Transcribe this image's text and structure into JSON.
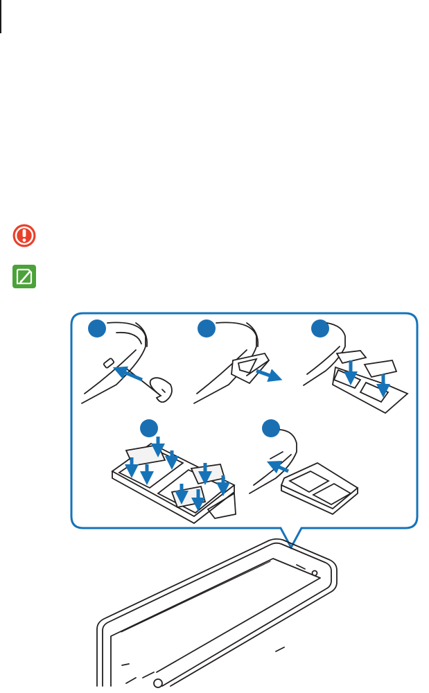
{
  "page": {
    "colors": {
      "caution": "#e8412b",
      "note": "#4ba23a",
      "callout_border": "#1673b8",
      "step_marker": "#1a6fb3",
      "line_art": "#231f20",
      "arrow": "#1673b8"
    }
  },
  "icons": {
    "caution": "caution-icon",
    "note": "note-icon"
  },
  "figure": {
    "steps": [
      {
        "step": 1,
        "label": ""
      },
      {
        "step": 2,
        "label": ""
      },
      {
        "step": 3,
        "label": ""
      },
      {
        "step": 4,
        "label": ""
      },
      {
        "step": 5,
        "label": ""
      }
    ]
  }
}
